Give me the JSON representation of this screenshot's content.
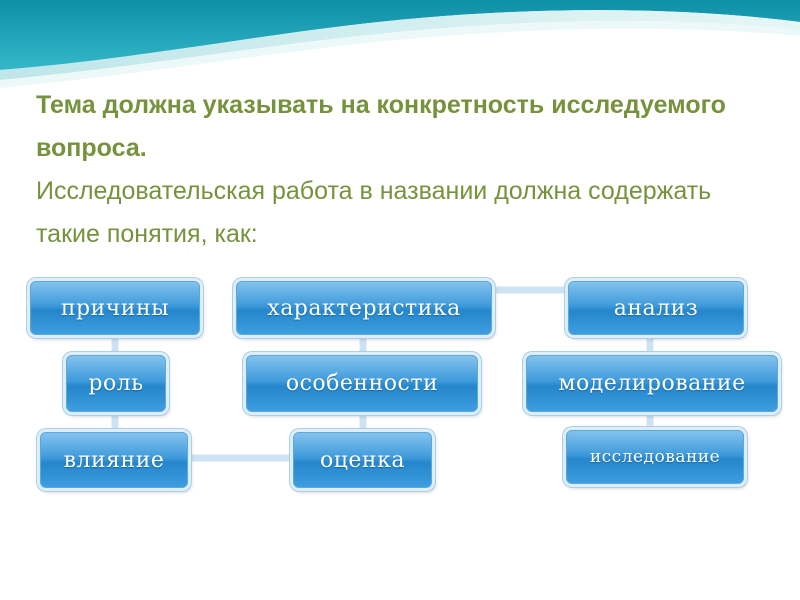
{
  "slide": {
    "heading_bold": "Тема должна указывать на конкретность исследуемого вопроса.",
    "heading_normal": "Исследовательская работа в названии должна содержать такие понятия, как:",
    "colors": {
      "heading": "#76923c",
      "box": "#2f8fd6",
      "connector": "#cde3f3"
    }
  },
  "concepts": {
    "prichiny": "причины",
    "rol": "роль",
    "vliyanie": "влияние",
    "harakteristika": "характеристика",
    "osobennosti": "особенности",
    "ocenka": "оценка",
    "analiz": "анализ",
    "modelirovanie": "моделирование",
    "issledovanie": "исследование"
  }
}
